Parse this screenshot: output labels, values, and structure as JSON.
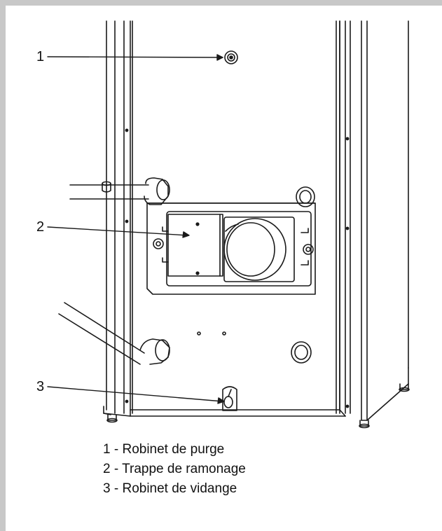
{
  "callouts": [
    {
      "number": "1"
    },
    {
      "number": "2"
    },
    {
      "number": "3"
    }
  ],
  "legend": [
    {
      "number": "1",
      "label": "Robinet de purge"
    },
    {
      "number": "2",
      "label": "Trappe de ramonage"
    },
    {
      "number": "3",
      "label": "Robinet de vidange"
    }
  ]
}
